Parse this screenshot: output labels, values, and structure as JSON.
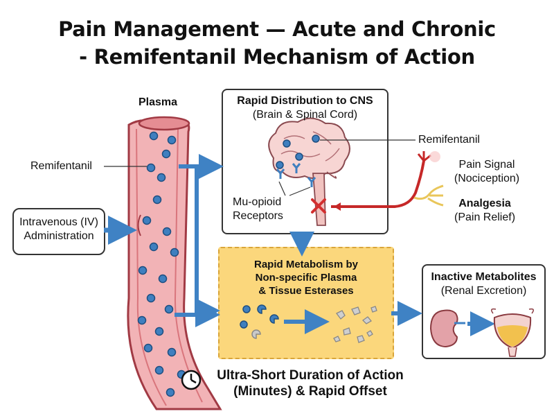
{
  "title": {
    "line1": "Pain Management — Acute and Chronic",
    "line2": "- Remifentanil Mechanism of Action"
  },
  "plasma": {
    "label": "Plasma",
    "drug_label": "Remifentanil"
  },
  "iv": {
    "line1": "Intravenous (IV)",
    "line2": "Administration"
  },
  "cns": {
    "title": "Rapid Distribution to CNS",
    "subtitle": "(Brain & Spinal Cord)",
    "drug_label": "Remifentanil",
    "receptor_line1": "Mu-opioid",
    "receptor_line2": "Receptors"
  },
  "pain": {
    "signal_line1": "Pain Signal",
    "signal_line2": "(Nociception)",
    "analgesia_title": "Analgesia",
    "analgesia_sub": "(Pain Relief)"
  },
  "metabolism": {
    "line1": "Rapid Metabolism by",
    "line2": "Non-specific Plasma",
    "line3": "& Tissue Esterases"
  },
  "metabolites": {
    "title": "Inactive Metabolites",
    "subtitle": "(Renal Excretion)"
  },
  "duration": {
    "line1": "Ultra-Short Duration of Action",
    "line2": "(Minutes) & Rapid Offset"
  },
  "colors": {
    "arrow_blue": "#3f82c4",
    "molecule_blue": "#3f7fbf",
    "vessel_pink": "#f2b3b6",
    "vessel_outline": "#a13a44",
    "pain_red": "#c62828",
    "metabolism_yellow": "#fbd77c"
  },
  "icons": [
    "clock-icon",
    "brain-icon",
    "kidney-icon",
    "bladder-icon",
    "block-x-icon"
  ]
}
